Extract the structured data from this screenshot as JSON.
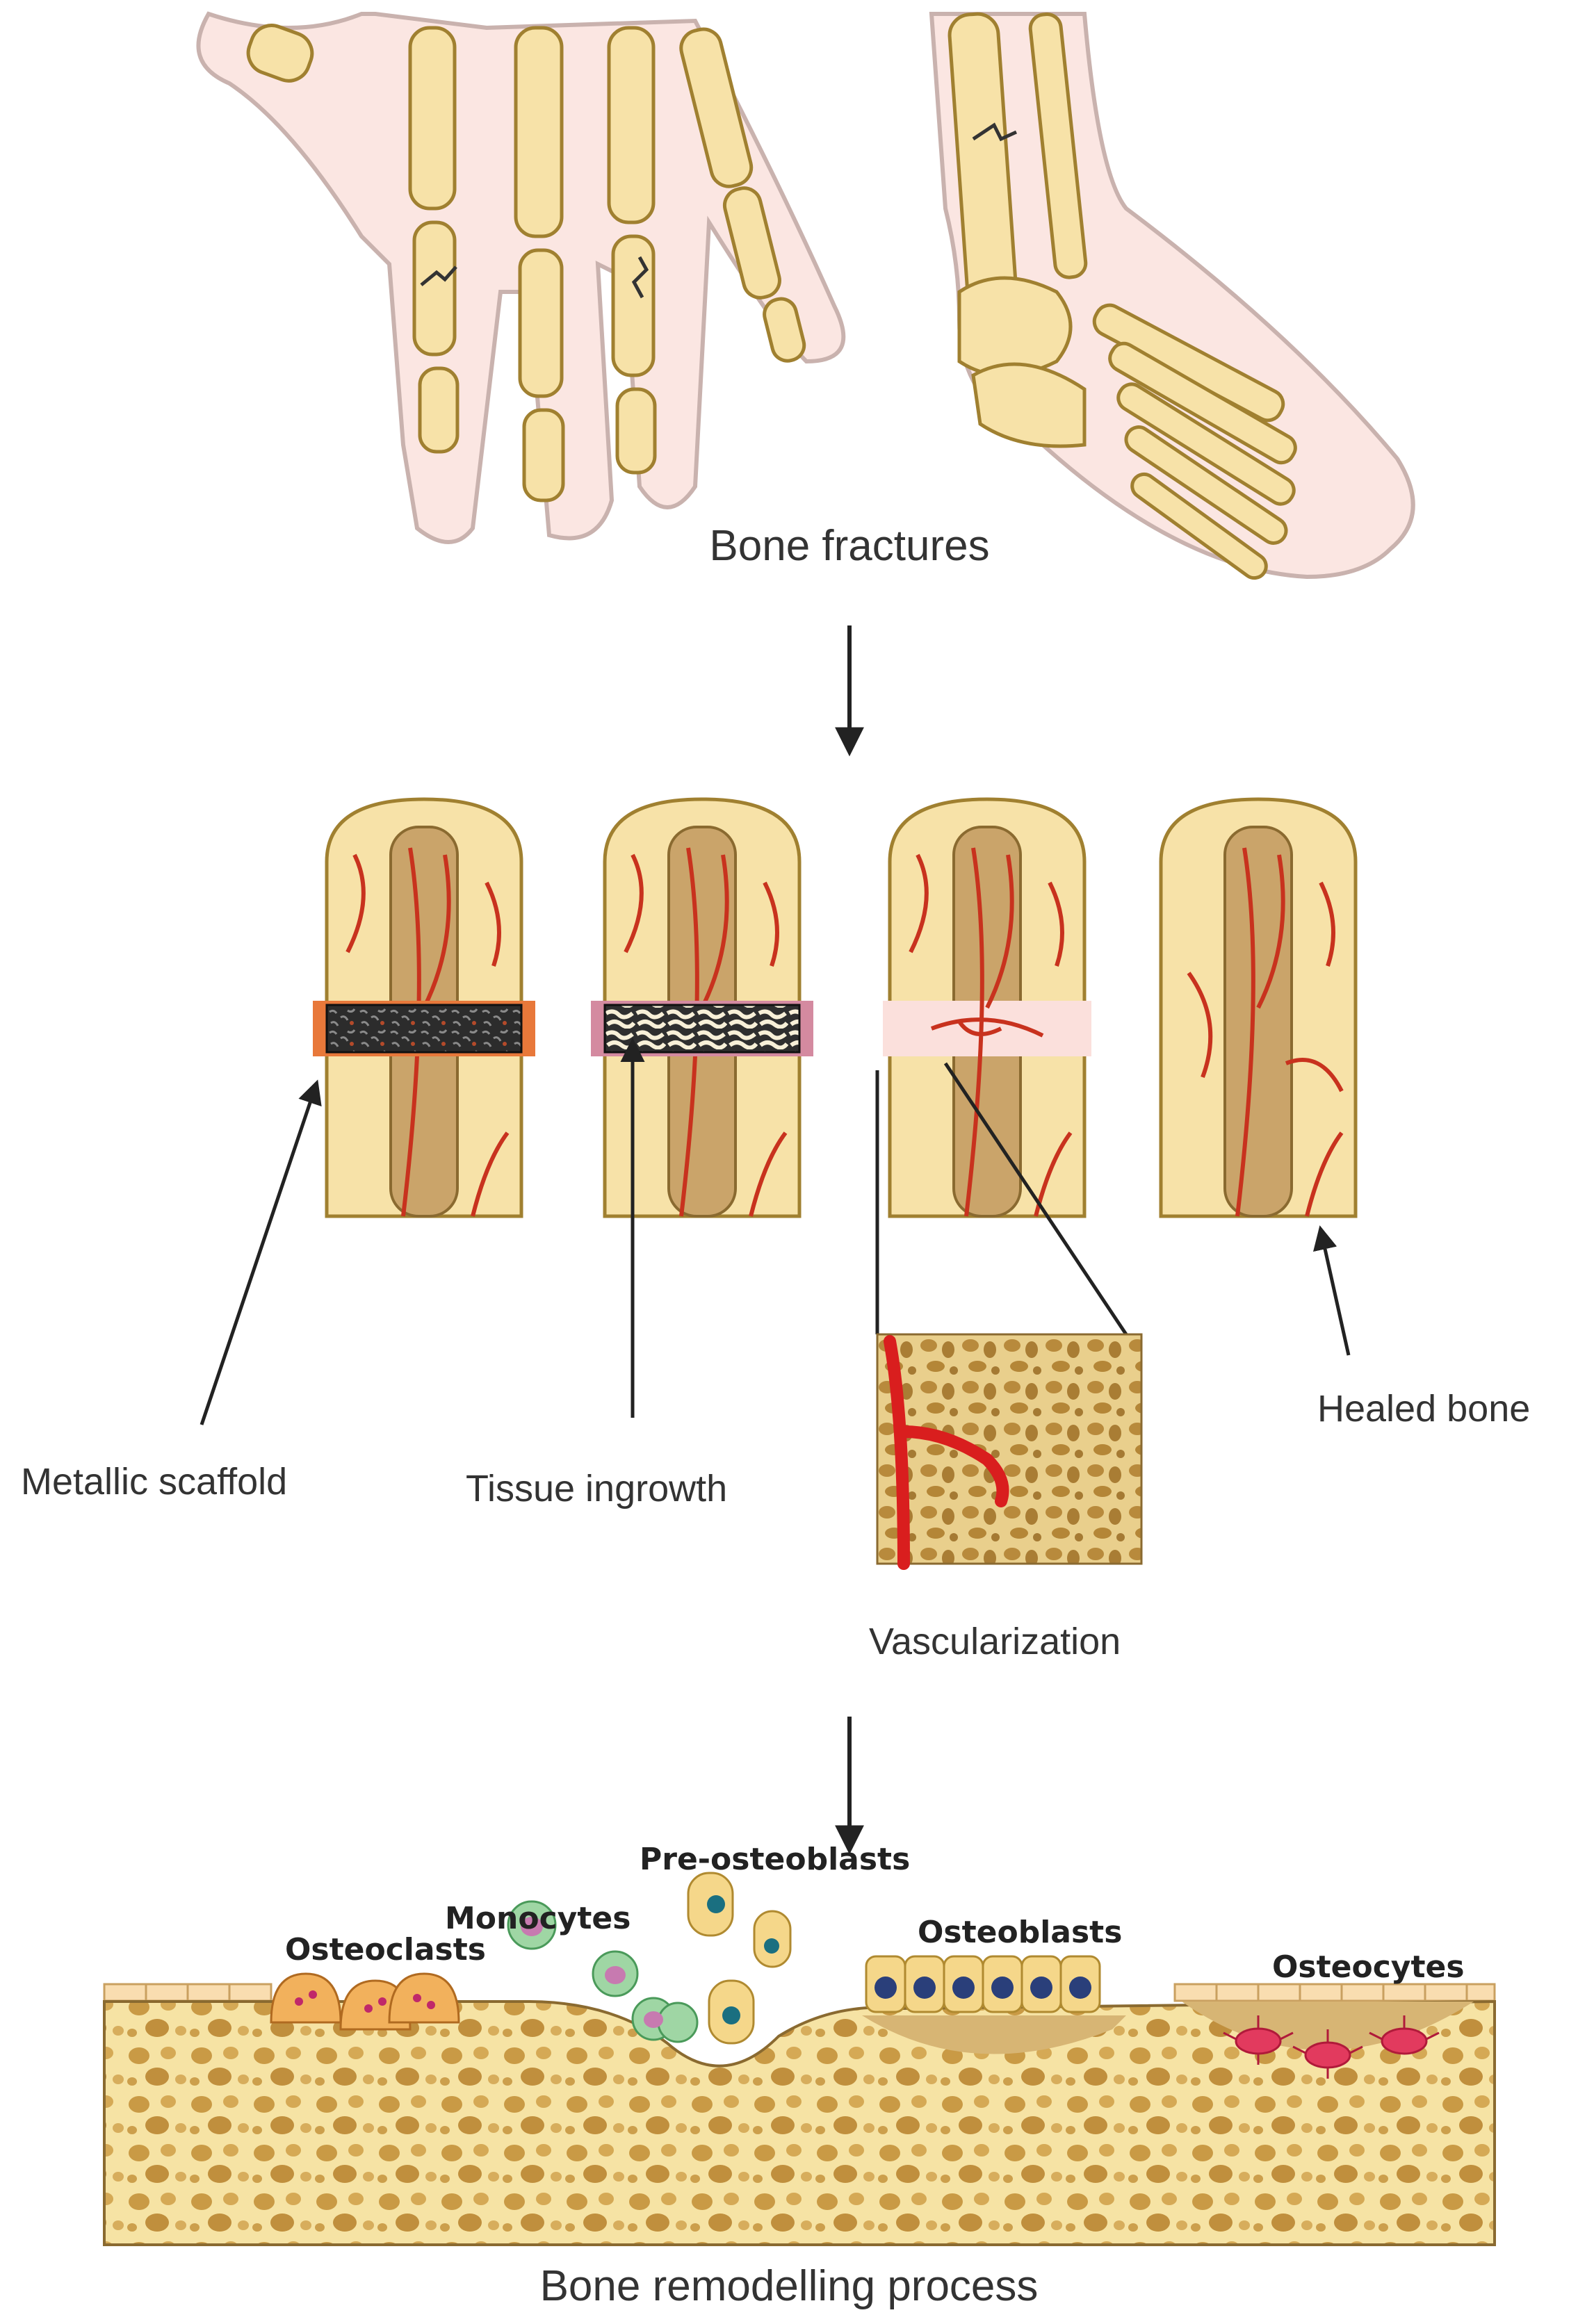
{
  "labels": {
    "bone_fractures": "Bone fractures",
    "metallic_scaffold": "Metallic scaffold",
    "tissue_ingrowth": "Tissue ingrowth",
    "vascularization": "Vascularization",
    "healed_bone": "Healed bone",
    "bone_remodelling": "Bone remodelling process"
  },
  "cells": {
    "pre_osteoblasts": "Pre-osteoblasts",
    "monocytes": "Monocytes",
    "osteoclasts": "Osteoclasts",
    "osteoblasts": "Osteoblasts",
    "osteocytes": "Osteocytes"
  },
  "colors": {
    "bone": "#f7e2a8",
    "bone_outline": "#a08030",
    "marrow": "#caa46a",
    "vessel": "#c8321e",
    "scaffold": "#2c2c2c",
    "skin": "#fbe6e2",
    "osteoclast": "#f2b15c",
    "monocyte": "#9fd6a4",
    "osteoblast": "#f5d78a",
    "nucleus": "#2a3f7a",
    "osteocyte": "#e23a5e"
  }
}
